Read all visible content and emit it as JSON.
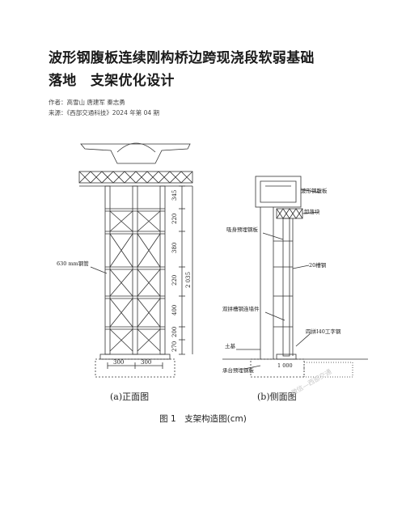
{
  "header": {
    "title_line1": "波形钢腹板连续刚构桥边跨现浇段软弱基础",
    "title_line2": "落地　支架优化设计",
    "authors": "作者：高雪山 唐建军 秦志勇",
    "source": "来源：《西部交通科技》2024 年第 04 期"
  },
  "figure": {
    "front": {
      "caption": "(a)正面图",
      "pipe_label": "630 mm钢管",
      "dims": [
        "345",
        "220",
        "380",
        "220",
        "400",
        "200",
        "270"
      ],
      "total": "2 035",
      "bottom_dims": [
        "300",
        "300"
      ]
    },
    "side": {
      "caption": "(b)侧面图",
      "labels": {
        "corrugated_web": "波形钢腹板",
        "sand_jack": "卸落块",
        "suction_plate": "吸身预埋钢板",
        "channel": "20槽钢",
        "double_channel": "双拼槽钢连墙件",
        "i_beam": "四拼I40工字钢",
        "soil": "土基",
        "cap_plate": "承台预埋钢板",
        "dim": "1 000"
      }
    },
    "title": "图 1　支架构造图(cm)",
    "watermark": "微信—西部交通"
  }
}
